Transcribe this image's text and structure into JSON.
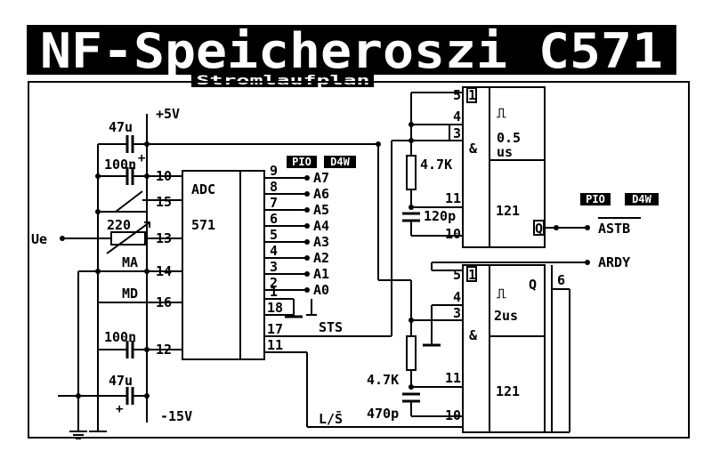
{
  "title": "NF-Speicheroszi C571",
  "subtitle": "Stromlaufplan",
  "supply": {
    "pos": "+5V",
    "neg": "-15V"
  },
  "components": {
    "c1": "47u",
    "c2": "100n",
    "c3": "100n",
    "c4": "47u",
    "r1": "220",
    "c5": "120p",
    "c6": "470p",
    "r2": "4.7K",
    "r3": "4.7K"
  },
  "adc": {
    "name": "ADC",
    "part": "571",
    "left_pins": [
      "10",
      "15",
      "13",
      "14",
      "16",
      "12"
    ],
    "right_pins": [
      "9",
      "8",
      "7",
      "6",
      "5",
      "4",
      "3",
      "2",
      "1",
      "18",
      "17",
      "11"
    ]
  },
  "inputs": {
    "ue": "Ue",
    "ma": "MA",
    "md": "MD"
  },
  "outputs": [
    "A7",
    "A6",
    "A5",
    "A4",
    "A3",
    "A2",
    "A1",
    "A0"
  ],
  "signals": {
    "sts": "STS",
    "ls": "L/S̄",
    "astb": "ASTB",
    "ardy": "ARDY"
  },
  "pio": [
    "PIO",
    "D4W",
    "PIO",
    "D4W"
  ],
  "monoflop1": {
    "pins": [
      "5",
      "1",
      "4",
      "3",
      "11",
      "10",
      "Q"
    ],
    "gate": "&",
    "pulse": "⎍",
    "time": "0.5",
    "unit": "us",
    "part": "121"
  },
  "monoflop2": {
    "pins": [
      "5",
      "1",
      "4",
      "3",
      "11",
      "10",
      "Q",
      "6"
    ],
    "gate": "&",
    "pulse": "⎍",
    "time": "2us",
    "part": "121"
  }
}
